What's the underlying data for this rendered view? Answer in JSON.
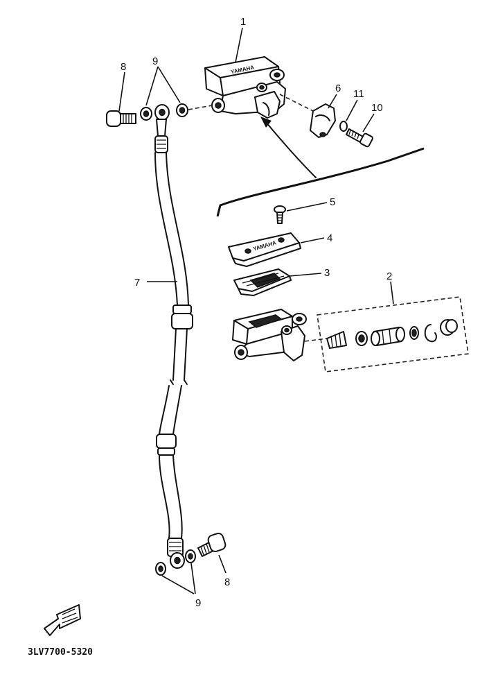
{
  "callouts": {
    "c1": "1",
    "c2": "2",
    "c3": "3",
    "c4": "4",
    "c5": "5",
    "c6": "6",
    "c7": "7",
    "c8_top": "8",
    "c9_top": "9",
    "c10": "10",
    "c11": "11",
    "c8_bottom": "8",
    "c9_bottom": "9"
  },
  "brand_marks": {
    "reservoir_top": "YAMAHA",
    "cover": "YAMAHA"
  },
  "part_code": "3LV7700-5320"
}
